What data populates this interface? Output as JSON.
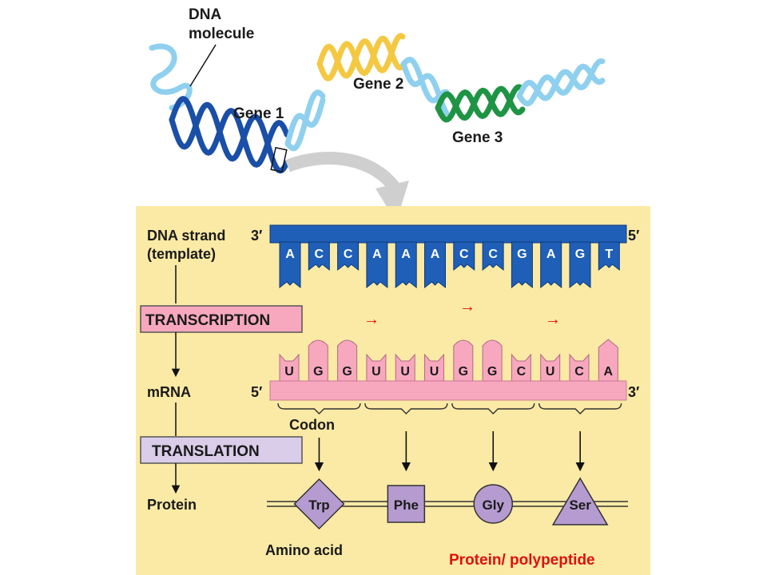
{
  "dna_overview": {
    "molecule_label_line1": "DNA",
    "molecule_label_line2": "molecule",
    "gene1": "Gene 1",
    "gene2": "Gene 2",
    "gene3": "Gene 3"
  },
  "panel": {
    "dna_strand_line1": "DNA strand",
    "dna_strand_line2": "(template)",
    "transcription": "TRANSCRIPTION",
    "mrna": "mRNA",
    "translation": "TRANSLATION",
    "protein": "Protein",
    "codon": "Codon",
    "amino_acid": "Amino acid",
    "protein_polypeptide": "Protein/ polypeptide"
  },
  "dna_template": {
    "end_left": "3′",
    "end_right": "5′",
    "bases": [
      "A",
      "C",
      "C",
      "A",
      "A",
      "A",
      "C",
      "C",
      "G",
      "A",
      "G",
      "T"
    ]
  },
  "mrna": {
    "end_left": "5′",
    "end_right": "3′",
    "bases": [
      "U",
      "G",
      "G",
      "U",
      "U",
      "U",
      "G",
      "G",
      "C",
      "U",
      "C",
      "A"
    ]
  },
  "arrow_glyphs": [
    "→",
    "→",
    "→"
  ],
  "amino_acids": [
    {
      "name": "Trp",
      "shape": "diamond"
    },
    {
      "name": "Phe",
      "shape": "square"
    },
    {
      "name": "Gly",
      "shape": "circle"
    },
    {
      "name": "Ser",
      "shape": "triangle"
    }
  ],
  "colors": {
    "panel_bg": "#fbeaa5",
    "dna_template": "#1f5fb8",
    "mrna": "#f7a8bf",
    "transcription_box": "#f7a8bf",
    "translation_box": "#d9cde9",
    "amino_acid": "#b59bcf",
    "gene1_strand": "#1a4fa8",
    "gene2_strand": "#f5c842",
    "gene3_strand": "#1e9444",
    "light_strand": "#8fd0ee",
    "red_text": "#e01010"
  }
}
